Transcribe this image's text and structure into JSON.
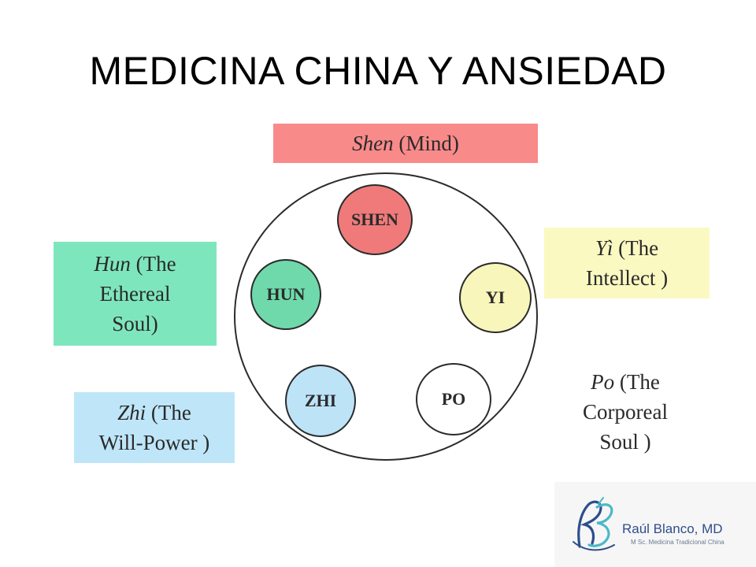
{
  "title": "MEDICINA CHINA Y ANSIEDAD",
  "labels": {
    "shen": {
      "name": "Shen",
      "desc": "(Mind)",
      "color": "#f88a8a"
    },
    "hun": {
      "name": "Hun",
      "line1": "(The",
      "line2": "Ethereal",
      "line3": "Soul)",
      "color": "#7ee6bd"
    },
    "yi": {
      "name": "Yì",
      "line1": "(The",
      "line2": "Intellect )",
      "color": "#fbf9c2"
    },
    "zhi": {
      "name": "Zhi",
      "line1": "(The",
      "line2": "Will-Power )",
      "color": "#bfe6f8"
    },
    "po": {
      "name": "Po",
      "line1": "(The",
      "line2": "Corporeal",
      "line3": "Soul )"
    }
  },
  "nodes": {
    "shen": {
      "label": "SHEN",
      "color": "#f07a7a"
    },
    "hun": {
      "label": "HUN",
      "color": "#6fd9ac"
    },
    "yi": {
      "label": "YI",
      "color": "#f8f6ba"
    },
    "zhi": {
      "label": "ZHI",
      "color": "#bde3f7"
    },
    "po": {
      "label": "PO",
      "color": "#ffffff"
    }
  },
  "logo": {
    "name": "Raúl Blanco, MD",
    "subtitle": "M Sc. Medicina Tradicional China"
  }
}
